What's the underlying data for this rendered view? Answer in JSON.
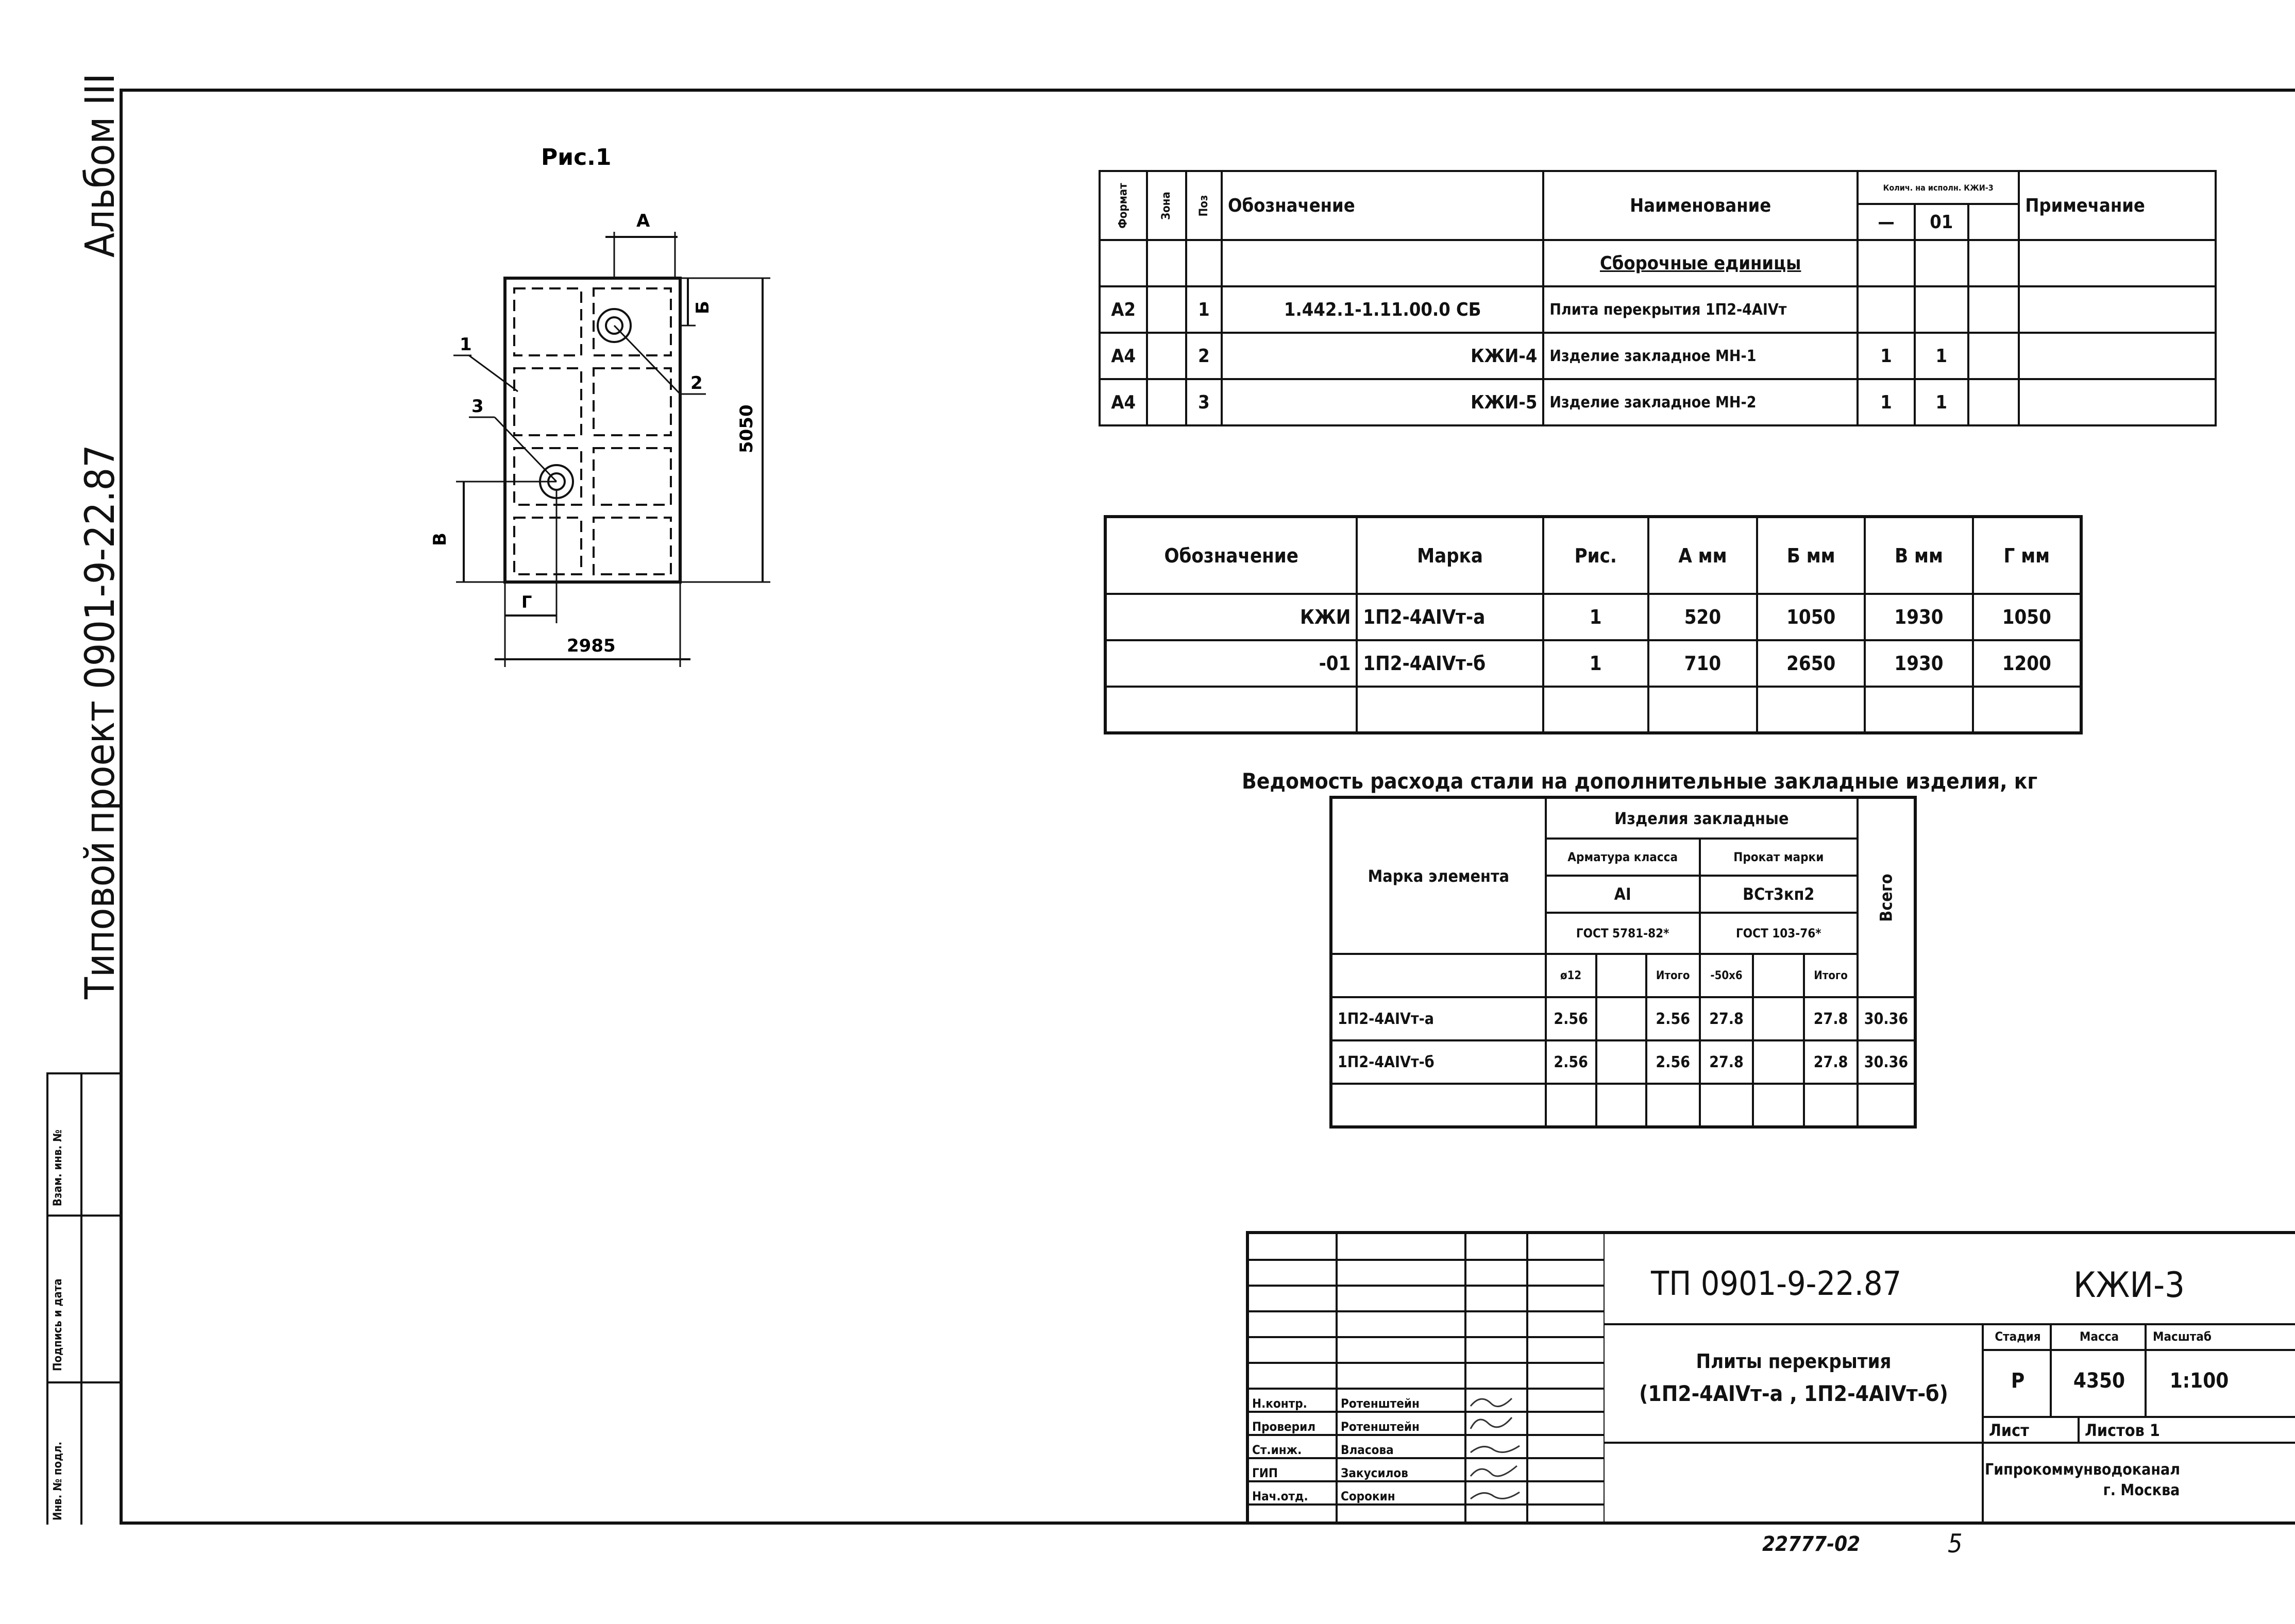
{
  "side_margin": {
    "album": "Альбом III",
    "project_word": "проект",
    "project_code": "0901-9-22.87",
    "typical": "Типовой",
    "stamp_cells": [
      "Инв. № подл.",
      "Подпись и дата",
      "Взам. инв. №"
    ]
  },
  "figure": {
    "caption": "Рис.1",
    "dim_A": "А",
    "dim_B": "Б",
    "dim_V": "В",
    "dim_G": "Г",
    "height": "5050",
    "width": "2985",
    "pos1": "1",
    "pos2": "2",
    "pos3": "3"
  },
  "spec_table": {
    "headers": {
      "format": "Формат",
      "zone": "Зона",
      "pos": "Поз",
      "designation": "Обозначение",
      "name": "Наименование",
      "qty": "Колич. на исполн. КЖИ-3",
      "qty_dash": "—",
      "qty_01": "01",
      "note": "Примечание"
    },
    "section": "Сборочные единицы",
    "rows": [
      {
        "format": "А2",
        "pos": "1",
        "designation": "1.442.1-1.11.00.0 СБ",
        "name": "Плита перекрытия 1П2-4АIVт",
        "q1": "",
        "q2": ""
      },
      {
        "format": "А4",
        "pos": "2",
        "designation": "КЖИ-4",
        "name": "Изделие закладное МН-1",
        "q1": "1",
        "q2": "1"
      },
      {
        "format": "А4",
        "pos": "3",
        "designation": "КЖИ-5",
        "name": "Изделие закладное МН-2",
        "q1": "1",
        "q2": "1"
      }
    ]
  },
  "dims_table": {
    "headers": [
      "Обозначение",
      "Марка",
      "Рис.",
      "А мм",
      "Б мм",
      "В мм",
      "Г мм"
    ],
    "rows": [
      [
        "КЖИ",
        "1П2-4АIVт-а",
        "1",
        "520",
        "1050",
        "1930",
        "1050"
      ],
      [
        "-01",
        "1П2-4АIVт-б",
        "1",
        "710",
        "2650",
        "1930",
        "1200"
      ]
    ]
  },
  "steel_table": {
    "title": "Ведомость расхода стали на дополнительные закладные изделия, кг",
    "mark_header": "Марка элемента",
    "group_header": "Изделия закладные",
    "sub1": "Арматура класса",
    "sub1_class": "АI",
    "sub1_gost": "ГОСТ 5781-82*",
    "sub2": "Прокат марки",
    "sub2_class": "ВСт3кп2",
    "sub2_gost": "ГОСТ 103-76*",
    "total_header": "Всего",
    "col_d12": "ø12",
    "col_itogo": "Итого",
    "col_50x6": "-50х6",
    "rows": [
      [
        "1П2-4АIVт-а",
        "2.56",
        "",
        "2.56",
        "27.8",
        "",
        "27.8",
        "30.36"
      ],
      [
        "1П2-4АIVт-б",
        "2.56",
        "",
        "2.56",
        "27.8",
        "",
        "27.8",
        "30.36"
      ]
    ]
  },
  "title_block": {
    "code": "ТП 0901-9-22.87",
    "sheet_code": "КЖИ-3",
    "title_line1": "Плиты перекрытия",
    "title_line2": "(1П2-4АIVт-а , 1П2-4АIVт-б)",
    "stage_label": "Стадия",
    "mass_label": "Масса",
    "scale_label": "Масштаб",
    "stage": "Р",
    "mass": "4350",
    "scale": "1:100",
    "sheet_label": "Лист",
    "sheets_label": "Листов 1",
    "org_line1": "Гипрокоммунводоканал",
    "org_line2": "г. Москва",
    "staff": [
      {
        "role": "Н.контр.",
        "name": "Ротенштейн"
      },
      {
        "role": "Проверил",
        "name": "Ротенштейн"
      },
      {
        "role": "Ст.инж.",
        "name": "Власова"
      },
      {
        "role": "ГИП",
        "name": "Закусилов"
      },
      {
        "role": "Нач.отд.",
        "name": "Сорокин"
      }
    ]
  },
  "footer": {
    "archive_no": "22777-02",
    "page": "5"
  }
}
